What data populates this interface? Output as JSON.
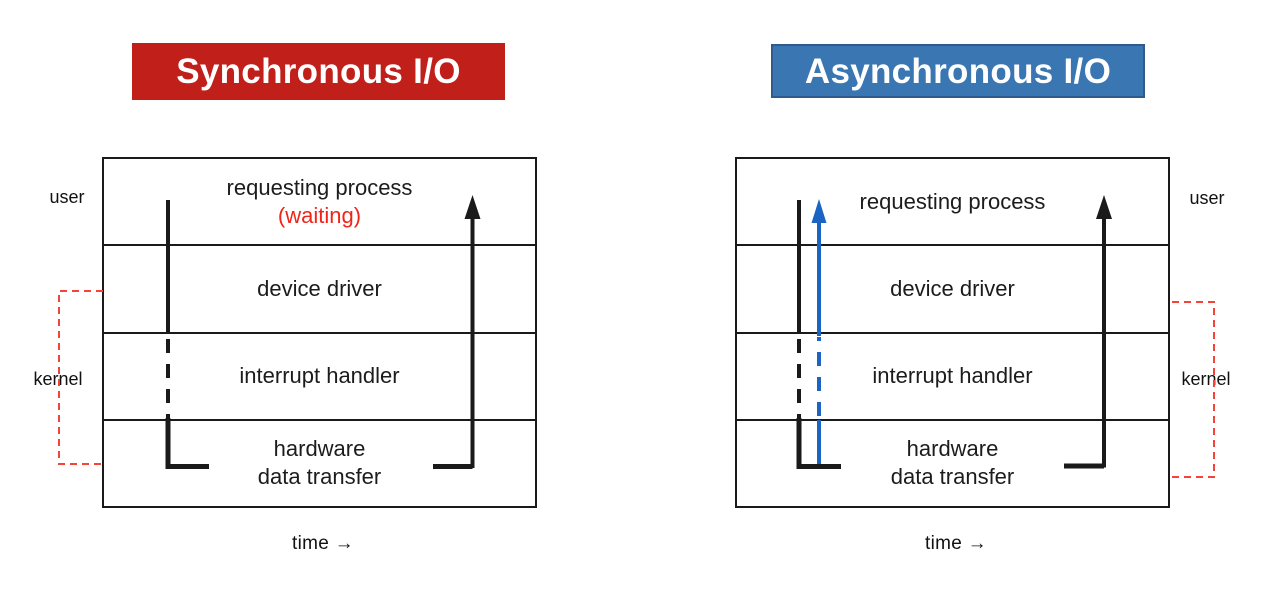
{
  "colors": {
    "sync-red": "#c01f1a",
    "async-blue": "#3a76b2",
    "async-blue-border": "#2e5a8c",
    "waiting-red": "#f02417",
    "bracket-red": "#f4443a",
    "arrow-blue": "#1c64c2",
    "ink": "#1a1a1a"
  },
  "diagrams": [
    {
      "id": "sync",
      "title": "Synchronous I/O",
      "rows": [
        {
          "line1": "requesting process",
          "line2": "(waiting)"
        },
        {
          "line1": "device driver"
        },
        {
          "line1": "interrupt handler"
        },
        {
          "line1": "hardware",
          "line2": "data transfer"
        }
      ],
      "user_label": "user",
      "kernel_label": "kernel",
      "time_label": "time →"
    },
    {
      "id": "async",
      "title": "Asynchronous I/O",
      "rows": [
        {
          "line1": "requesting process"
        },
        {
          "line1": "device driver"
        },
        {
          "line1": "interrupt handler"
        },
        {
          "line1": "hardware",
          "line2": "data transfer"
        }
      ],
      "user_label": "user",
      "kernel_label": "kernel",
      "time_label": "time →"
    }
  ]
}
